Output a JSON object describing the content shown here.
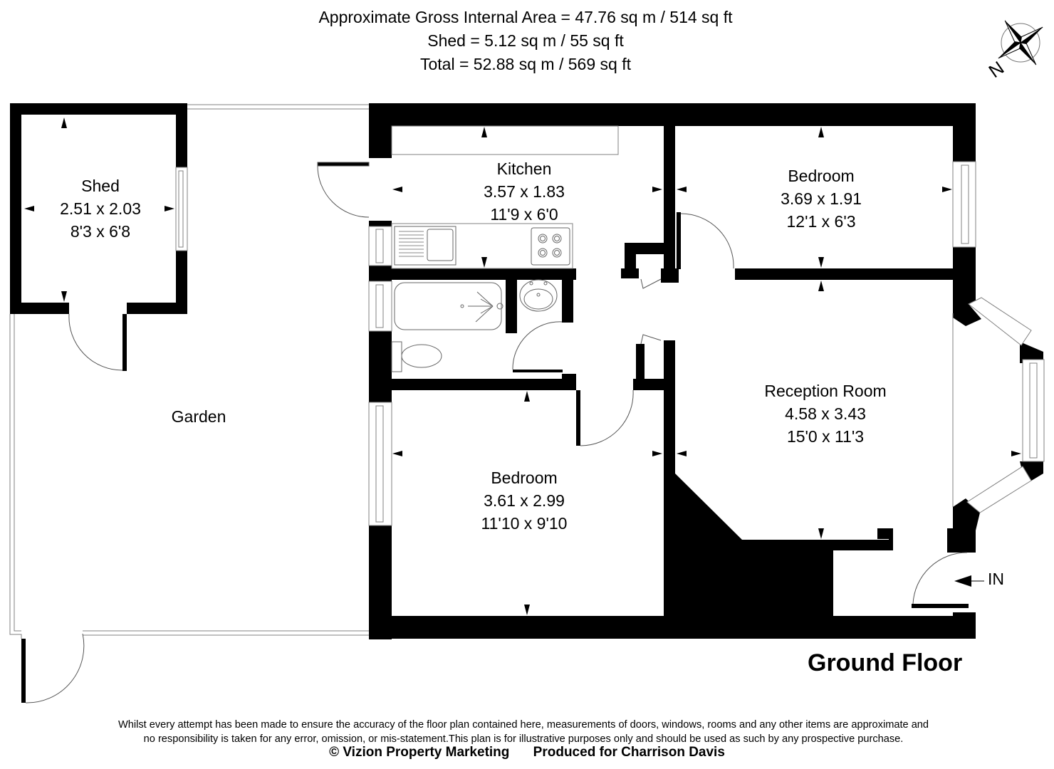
{
  "header": {
    "gross_internal_area": "Approximate Gross Internal Area = 47.76 sq m / 514 sq ft",
    "shed_area": "Shed = 5.12 sq m / 55 sq ft",
    "total_area": "Total = 52.88 sq m / 569 sq ft"
  },
  "compass": {
    "icon": "compass-rose-icon",
    "north_label": "N"
  },
  "rooms": [
    {
      "name": "Shed",
      "metric": "2.51 x 2.03",
      "imperial": "8'3 x 6'8"
    },
    {
      "name": "Kitchen",
      "metric": "3.57 x 1.83",
      "imperial": "11'9 x 6'0"
    },
    {
      "name": "Bedroom",
      "metric": "3.69 x 1.91",
      "imperial": "12'1 x 6'3"
    },
    {
      "name": "Reception Room",
      "metric": "4.58 x 3.43",
      "imperial": "15'0 x 11'3"
    },
    {
      "name": "Bedroom",
      "metric": "3.61 x 2.99",
      "imperial": "11'10 x 9'10"
    }
  ],
  "garden": {
    "name": "Garden"
  },
  "entrance": {
    "label": "IN",
    "icon": "entrance-arrow-icon"
  },
  "floor_title": "Ground Floor",
  "footer": {
    "disclaimer_line1": "Whilst every attempt has been made to ensure the accuracy of the floor plan contained here, measurements of doors, windows, rooms and any other items are approximate and",
    "disclaimer_line2": "no responsibility is taken for any error, omission, or mis-statement.This plan is for illustrative purposes only and should be used as such by any prospective purchase.",
    "copyright": "© Vizion Property Marketing",
    "produced_for": "Produced for Charrison Davis"
  },
  "colors": {
    "wall": "#000000",
    "outline": "#808080",
    "background": "#ffffff"
  }
}
